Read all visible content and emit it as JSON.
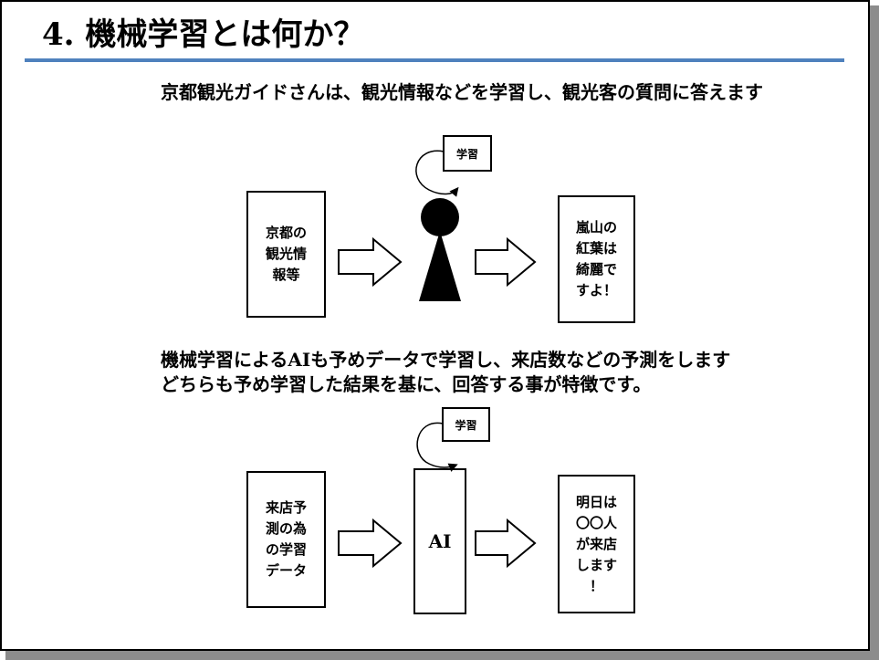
{
  "slide": {
    "title": "4. 機械学習とは何か？",
    "intro": "京都観光ガイドさんは、観光情報などを学習し、観光客の質問に答えます",
    "middle_line1": "機械学習によるAIも予めデータで学習し、来店数などの予測をします",
    "middle_line2": "どちらも予め学習した結果を基に、回答する事が特徴です。"
  },
  "diagram_top": {
    "input_lines": [
      "京都の",
      "観光情",
      "報等"
    ],
    "learning_tag": "学習",
    "output_lines": [
      "嵐山の",
      "紅葉は",
      "綺麗で",
      "すよ！"
    ]
  },
  "diagram_bottom": {
    "input_lines": [
      "来店予",
      "測の為",
      "の学習",
      "データ"
    ],
    "learning_tag": "学習",
    "center_label": "AI",
    "output_lines": [
      "明日は",
      "〇〇人",
      "が来店",
      "します",
      "！"
    ]
  },
  "colors": {
    "title_rule": "#4f81bd",
    "shadow": "#8c8c8c"
  }
}
